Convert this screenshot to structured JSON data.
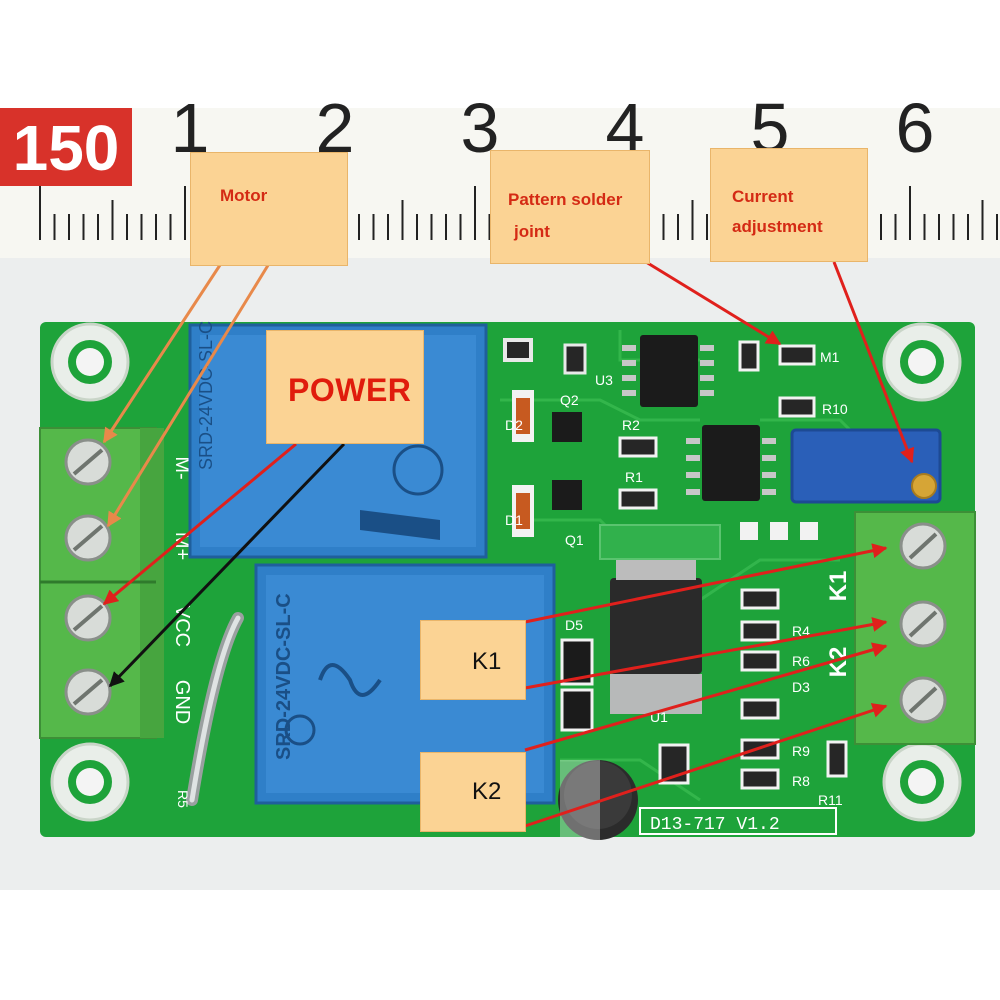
{
  "ruler": {
    "digits": [
      "1",
      "2",
      "3",
      "4",
      "5",
      "6"
    ],
    "tag": "150"
  },
  "board": {
    "silkscreen_version": "D13-717 V1.2",
    "terminal_labels_left": [
      "M-",
      "M+",
      "VCC",
      "GND"
    ],
    "terminal_labels_right": [
      "K1",
      "K2"
    ],
    "component_labels": [
      "D2",
      "Q2",
      "D1",
      "Q1",
      "R2",
      "R1",
      "U3",
      "M1",
      "R10",
      "D5",
      "R4",
      "R6",
      "D3",
      "R9",
      "R8",
      "R11",
      "U1"
    ],
    "relay_top_text": "SRD-24VDC-SL-C",
    "relay_bottom_text": "SRD-24VDC-SL-C",
    "colors": {
      "pcb": "#1ea33a",
      "terminal": "#55b84a",
      "relay": "#2f7fc8",
      "trimmer": "#2a5fb8"
    }
  },
  "annotations": {
    "motor": "Motor",
    "pattern_line1": "Pattern solder",
    "pattern_line2": "joint",
    "current_line1": "Current",
    "current_line2": "adjustment",
    "power": "POWER",
    "k1": "K1",
    "k2": "K2"
  }
}
